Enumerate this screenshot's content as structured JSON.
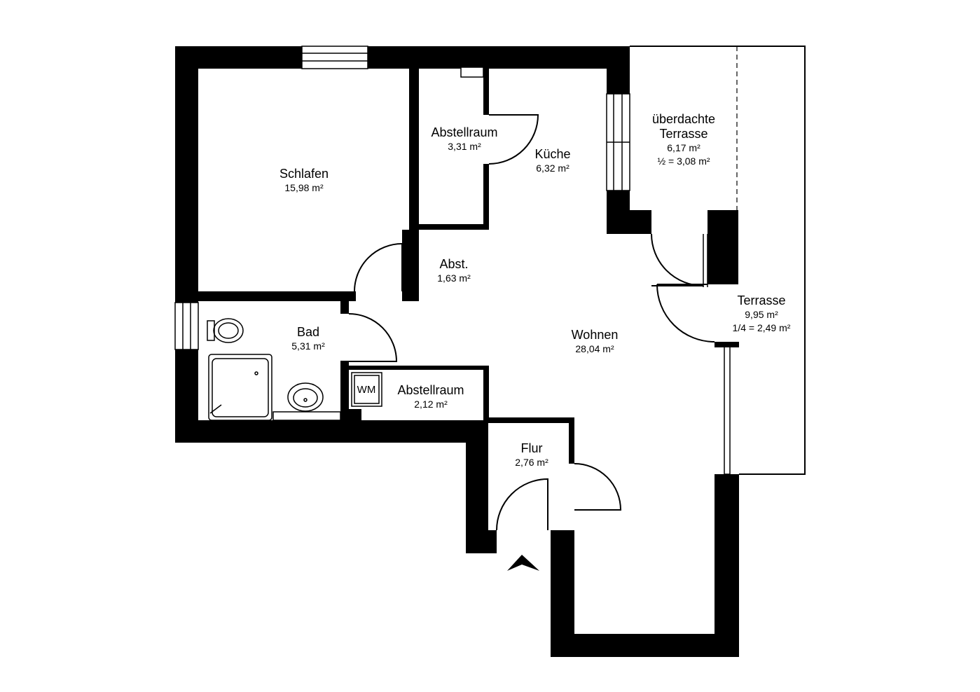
{
  "rooms": [
    {
      "id": "schlafen",
      "name": "Schlafen",
      "area": "15,98 m²"
    },
    {
      "id": "abstellraum-1",
      "name": "Abstellraum",
      "area": "3,31 m²"
    },
    {
      "id": "kueche",
      "name": "Küche",
      "area": "6,32 m²"
    },
    {
      "id": "terrasse-ueberdacht",
      "name_line1": "überdachte",
      "name_line2": "Terrasse",
      "area": "6,17 m²",
      "area_note": "½ = 3,08 m²"
    },
    {
      "id": "abst",
      "name": "Abst.",
      "area": "1,63 m²"
    },
    {
      "id": "bad",
      "name": "Bad",
      "area": "5,31 m²"
    },
    {
      "id": "wohnen",
      "name": "Wohnen",
      "area": "28,04 m²"
    },
    {
      "id": "terrasse",
      "name": "Terrasse",
      "area": "9,95 m²",
      "area_note": "1/4 = 2,49 m²"
    },
    {
      "id": "abstellraum-2",
      "name": "Abstellraum",
      "area": "2,12 m²"
    },
    {
      "id": "flur",
      "name": "Flur",
      "area": "2,76 m²"
    }
  ],
  "fixtures": {
    "washing_machine": "WM"
  },
  "icons": {
    "entrance": "entrance-arrow-icon",
    "toilet": "toilet-icon",
    "shower": "shower-tray-icon",
    "sink": "sink-icon"
  },
  "colors": {
    "wall": "#000000",
    "background": "#ffffff"
  }
}
